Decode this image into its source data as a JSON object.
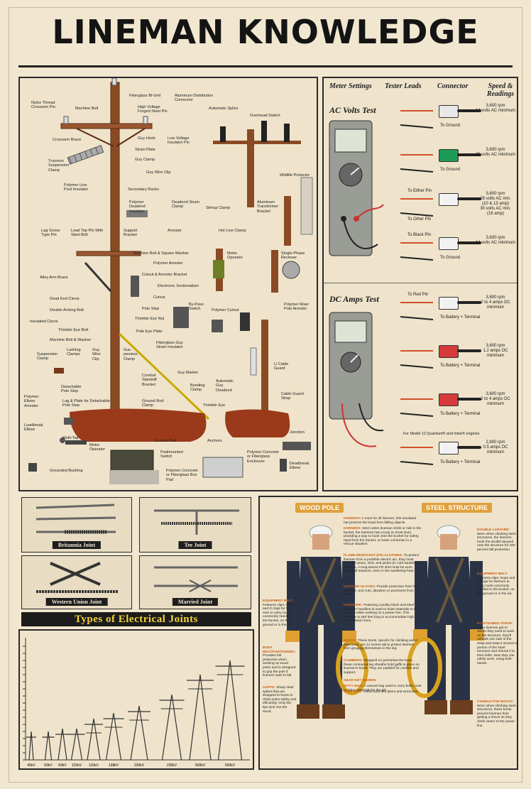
{
  "title": "LINEMAN KNOWLEDGE",
  "pole_labels": [
    "Nylon Thread Crossarm Pin",
    "Machine Bolt",
    "Fiberglass Bi-Unit",
    "High Voltage Forged Steel Pin",
    "Aluminum Distribution Connector",
    "Automatic Splice",
    "Overhead Switch",
    "Crossarm Brace",
    "Guy Hook",
    "Low Voltage Insulator Pin",
    "Strain Plate",
    "Trunnion Suspension Clamp",
    "Guy Clamp",
    "Guy Wire Clip",
    "Polymer Line Post Insulator",
    "Secondary Racks",
    "Wildlife Protector",
    "Polymer Deadend Insulator",
    "Deadend Strain Clamp",
    "Stirrup Clamp",
    "Aluminum Transformer Bracket",
    "Lag Screw Type Pin",
    "Lead Top Pin With Steel Bolt",
    "Support Bracket",
    "Arrester",
    "Hot Line Clamp",
    "Machine Bolt & Square Washer",
    "Motor Operator",
    "Single-Phase Recloser",
    "Polymer Arrester",
    "Alley Arm Brace",
    "Cutout & Arrester Bracket",
    "Electronic Sectionalizer",
    "Dead End Clevis",
    "Cutout",
    "Double Arming Bolt",
    "Pole Step",
    "By-Pass Switch",
    "Polymer Cutout",
    "Polymer Riser Pole Arrester",
    "Insulated Clevis",
    "Thimble Eye Nut",
    "Thimble Eye Bolt",
    "Pole Eye Plate",
    "Machine Bolt & Washer",
    "Fiberglass Guy Strain Insulator",
    "Suspension Clamp",
    "Lashing Clamps",
    "Guy Wire Clip",
    "Sus-pension Clamp",
    "Guy Marker",
    "U Cable Guard",
    "Conduit Standoff Bracket",
    "Bonding Clamp",
    "Automatic Guy Deadend",
    "Detachable Pole Step",
    "Cable Guard Strap",
    "Polymer Elbow Arrester",
    "Lag & Plate for Detachable Pole Step",
    "Ground Rod Clamp",
    "Thimble Eye",
    "Loadbreak Elbow",
    "Junction",
    "Multi-Tap",
    "Motor Operator",
    "Ground Rod",
    "Anchors",
    "Padmounted Switch",
    "Polymer Concrete or Fiberglass Enclosure",
    "Deadbreak Elbow",
    "Grounded Bushing",
    "Polymer Concrete or Fiberglass Box Pad"
  ],
  "meter": {
    "col_headers": [
      "Meter Settings",
      "Tester Leads",
      "Connector",
      "Speed & Readings"
    ],
    "ac_title": "AC Volts Test",
    "dc_title": "DC Amps Test",
    "ac_rows": [
      {
        "to": "To Ground",
        "reading": "3,600 rpm\n14 volts AC minimum",
        "color": "#e8e8e8"
      },
      {
        "to": "To Ground",
        "reading": "3,600 rpm\n28 volts AC minimum",
        "color": "#1e9a57"
      },
      {
        "pin_top": "To Either Pin",
        "pin_bottom": "To Other Pin",
        "reading": "3,600 rpm\n28 volts AC min.\n(10 & 13 amp)\n30 volts AC min.\n(16 amp)",
        "color": "#f2f2f2"
      },
      {
        "pin_top": "To Black Pin",
        "to": "To Ground",
        "reading": "3,600 rpm\n14 volts AC minimum",
        "color": "#f2f2f2"
      }
    ],
    "dc_rows": [
      {
        "pin_top": "To Red Pin",
        "to": "To Battery + Terminal",
        "reading": "3,600 rpm\n2 to 4 amps DC\nminimum",
        "color": "#f2f2f2"
      },
      {
        "to": "To Battery + Terminal",
        "reading": "3,600 rpm\n1.2 amps DC\nminimum",
        "color": "#d63a3a"
      },
      {
        "to": "To Battery + Terminal",
        "reading": "3,600 rpm\n2 to 4 amps DC\nminimum",
        "color": "#d63a3a"
      },
      {
        "note": "For Model 12 Quantum® and Intek® engines",
        "to": "To Battery + Terminal",
        "reading": "2,800 rpm\n0.5 amps DC\nminimum",
        "color": "#f2f2f2"
      }
    ]
  },
  "joints": {
    "britannia": "Britannia Joint",
    "tee": "Tee Joint",
    "western": "Western Union Joint",
    "married": "Married Joint",
    "section_title": "Types of Electrical Joints"
  },
  "towers": {
    "labels": [
      "45kV",
      "69kV",
      "69kV",
      "115kV",
      "115kV",
      "138kV",
      "230kV",
      "230kV",
      "500kV",
      "500kV"
    ]
  },
  "ppe": {
    "wood_pole": "WOOD POLE",
    "steel_structure": "STEEL STRUCTURE",
    "left_notes": [
      {
        "h": "HARDHAT:",
        "t": "A must for all linemen, this insulated hat protects the head from falling objects."
      },
      {
        "h": "HARNESS:",
        "t": "Worn when lineman climb or ride in the bucket, the harness has a loop at chest level, providing a way to hook onto the bucket for safety, repel from the bucket, or lower a lineman in a rescue situation."
      },
      {
        "h": "FLAME-RESISTANT (FR) CLOTHING:",
        "t": "To protect linemen from a possible electric arc, they must wear FR jeans, shirt, and jacket (in cold weather) at all times. A long-sleeve FR shirt must be worn during all seasons, even in the sweltering heat."
      },
      {
        "h": "LEATHER GLOVES:",
        "t": "Provide protection from high with age, and cuts, abrasion or punctures from tools."
      },
      {
        "h": "HANDLINE:",
        "t": "Featuring a pulley block and steel clips, the handline is used to hoist materials to the lineman while working on a power line. This handline is 250 feet long to accommodate high transmission lines."
      },
      {
        "h": "BOOTS:",
        "t": "These boots, specific for climbing wood structures, are 14 inches tall to protect linemen from gouging themselves in the leg."
      },
      {
        "h": "CLIMBERS:",
        "t": "Strapped on just below the knee, these contoured leg sheaths hold gaffs in place on linemen's boots. They are padded for comfort and support."
      },
      {
        "h": "GEAR NOT SHOWN:",
        "t": ""
      },
      {
        "h": "DITTY BAG:",
        "t": "A canvas bag used to carry bolts, nuts or other materials for the job."
      },
      {
        "h": "TOOL BAG:",
        "t": "Holds tools like pliers and wrenches."
      }
    ],
    "side_notes": [
      {
        "h": "EQUIPMENT BELT:",
        "t": "Features clips, loops and D rings for line-men to carry tools commonly needed in the bucket, on the ground or in the air."
      },
      {
        "h": "BODY BELT/POSITIONING:",
        "t": "Provides full protection when working on wood poles and is designed to grip the pole if linemen start to fall."
      },
      {
        "h": "GAFFS:",
        "t": "Sharp steel spikes that are strapped to boots to climb poles safely and efficiently. Only the tips sink into the wood."
      }
    ],
    "right_notes": [
      {
        "h": "DOUBLE LANYARD:",
        "t": "Worn when climbing steel structures, the linemen hook the double lanyard onto the structure for 100 percent fall protection."
      },
      {
        "h": "EQUIPMENT BELT:",
        "t": "Features clips, loops and D rings for linemen to carry tools commonly needed in the bucket, on the ground or in the air."
      },
      {
        "h": "POSITIONING STRAP:",
        "t": "Once linemen get to where they need to work on the structure, they'll unhook one side of the strap and wrap it around a portion of the steel structure and rehook it to their belts. Now they can safely work, using both hands."
      },
      {
        "h": "CONDUCTIVE BOOTS:",
        "t": "Worn when climbing steel structures, these boots prevent linemen from getting a shock as they climb closer to the power line."
      }
    ]
  }
}
